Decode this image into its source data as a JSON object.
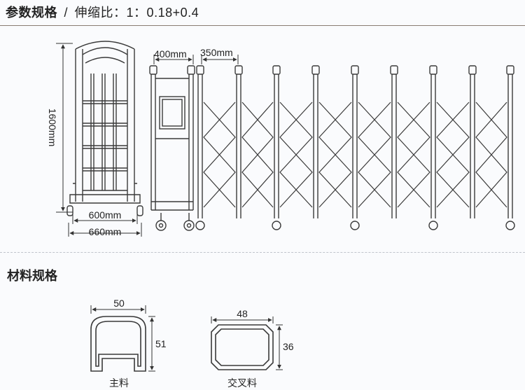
{
  "header": {
    "title": "参数规格",
    "separator": "/",
    "ratio_label": "伸缩比：1：0.18+0.4"
  },
  "front_view": {
    "height_label": "1600mm",
    "inner_width_label": "600mm",
    "outer_width_label": "660mm"
  },
  "side_view": {
    "head_width_label": "400mm",
    "pitch_label": "350mm"
  },
  "materials": {
    "section_title": "材料规格",
    "main": {
      "width": "50",
      "height": "51",
      "name": "主料"
    },
    "cross": {
      "width": "48",
      "height": "36",
      "name": "交叉料"
    }
  },
  "colors": {
    "line": "#3a3a3a",
    "rule": "#8a7c72"
  }
}
